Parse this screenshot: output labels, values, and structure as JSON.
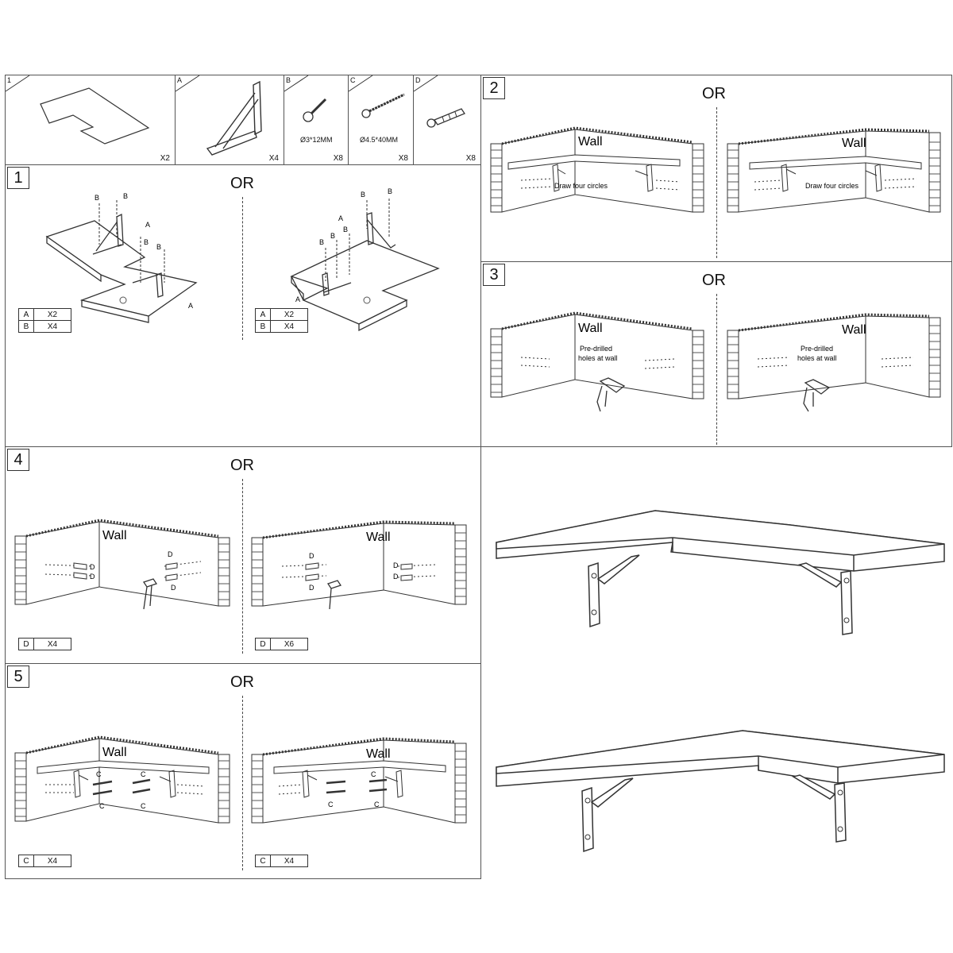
{
  "parts": [
    {
      "tag": "1",
      "qty": "X2",
      "spec": ""
    },
    {
      "tag": "A",
      "qty": "X4",
      "spec": ""
    },
    {
      "tag": "B",
      "qty": "X8",
      "spec": "Ø3*12MM"
    },
    {
      "tag": "C",
      "qty": "X8",
      "spec": "Ø4.5*40MM"
    },
    {
      "tag": "D",
      "qty": "X8",
      "spec": ""
    }
  ],
  "or_label": "OR",
  "step1": {
    "number": "1",
    "legend": [
      {
        "key": "A",
        "val": "X2"
      },
      {
        "key": "B",
        "val": "X4"
      }
    ],
    "letters": {
      "a": "A",
      "b": "B"
    }
  },
  "step2": {
    "number": "2",
    "wall_label": "Wall",
    "note": "Draw four circles"
  },
  "step3": {
    "number": "3",
    "wall_label": "Wall",
    "note_line1": "Pre-drilled",
    "note_line2": "holes at wall"
  },
  "step4": {
    "number": "4",
    "wall_label": "Wall",
    "letter": "D",
    "legend_left": {
      "key": "D",
      "val": "X4"
    },
    "legend_right": {
      "key": "D",
      "val": "X6"
    }
  },
  "step5": {
    "number": "5",
    "wall_label": "Wall",
    "letter": "C",
    "legend_left": {
      "key": "C",
      "val": "X4"
    },
    "legend_right": {
      "key": "C",
      "val": "X4"
    }
  }
}
